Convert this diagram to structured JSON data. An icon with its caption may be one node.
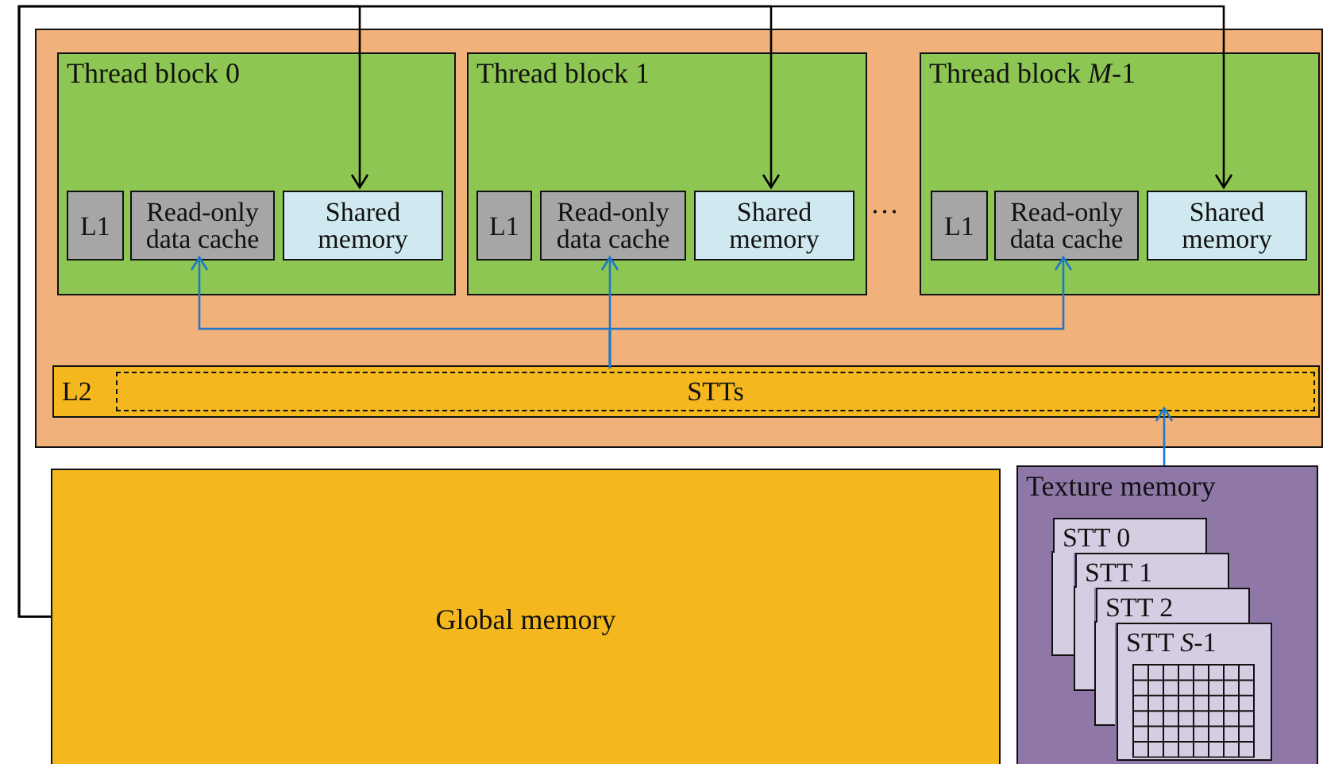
{
  "diagram": {
    "nodes": [
      {
        "text": [],
        "shape": "box"
      },
      {
        "text": [
          "Thread block 0"
        ],
        "in": 0
      },
      {
        "text": [
          "L1"
        ],
        "in": 1
      },
      {
        "text": [
          "Read-only data cache"
        ],
        "in": 1
      },
      {
        "text": [
          "Shared memory"
        ],
        "in": 1
      },
      {
        "text": [
          "Thread block 1"
        ],
        "in": 0
      },
      {
        "text": [
          "L1"
        ],
        "in": 5
      },
      {
        "text": [
          "Read-only data cache"
        ],
        "in": 5
      },
      {
        "text": [
          "Shared memory"
        ],
        "in": 5
      },
      {
        "text": [
          "Thread block *M*-1"
        ],
        "in": 0
      },
      {
        "text": [
          "L1"
        ],
        "in": 9
      },
      {
        "text": [
          "Read-only data cache"
        ],
        "in": 9
      },
      {
        "text": [
          "Shared memory"
        ],
        "in": 9
      },
      {
        "text": [
          "L2"
        ],
        "in": 0
      },
      {
        "text": [
          "STTs"
        ],
        "in": 13
      },
      {
        "text": [
          "Global memory"
        ]
      },
      {
        "text": [
          "Texture memory"
        ]
      },
      {
        "text": [
          "STT 0"
        ],
        "in": 16
      },
      {
        "text": [
          "STT 1"
        ],
        "in": 16
      },
      {
        "text": [
          "STT 2"
        ],
        "in": 16
      },
      {
        "text": [
          "STT *S*-1"
        ],
        "in": 16
      }
    ],
    "edges": [
      {
        "from": 15,
        "to": 4,
        "arrow": "to",
        "color": "#000000"
      },
      {
        "from": 15,
        "to": 8,
        "arrow": "to",
        "color": "#000000"
      },
      {
        "from": 15,
        "to": 12,
        "arrow": "to",
        "color": "#000000"
      },
      {
        "from": 14,
        "to": 3,
        "arrow": "to"
      },
      {
        "from": 14,
        "to": 7,
        "arrow": "to"
      },
      {
        "from": 14,
        "to": 11,
        "arrow": "to"
      },
      {
        "from": 16,
        "to": 14,
        "arrow": "to"
      }
    ],
    "labels": [
      "…"
    ]
  }
}
